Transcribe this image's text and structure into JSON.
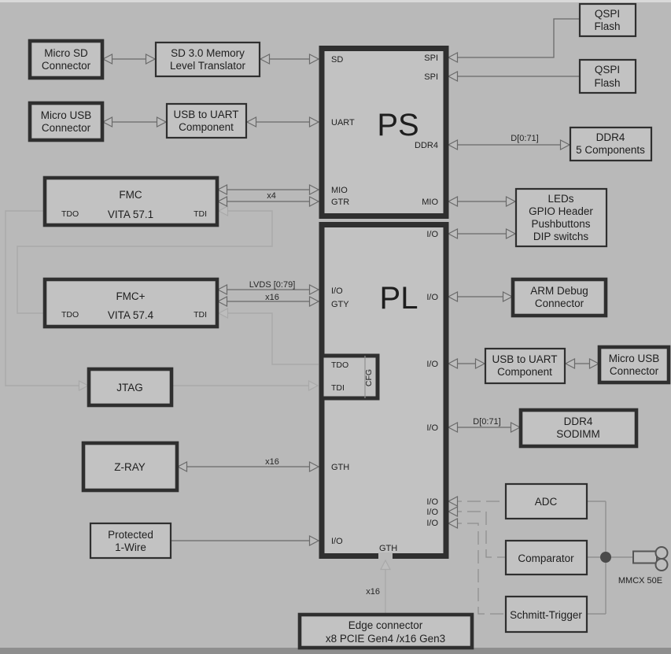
{
  "central": {
    "ps_label": "PS",
    "pl_label": "PL",
    "cfg_label": "CFG",
    "ps_ports": {
      "sd": "SD",
      "uart": "UART",
      "mio": "MIO",
      "gtr": "GTR",
      "spi_a": "SPI",
      "spi_b": "SPI",
      "ddr4": "DDR4",
      "mio_right": "MIO"
    },
    "pl_ports": {
      "io_gty": "I/O",
      "gty": "GTY",
      "tdo": "TDO",
      "tdi": "TDI",
      "gth_left": "GTH",
      "io_left": "I/O",
      "gth_bottom": "GTH",
      "io_leds": "I/O",
      "io_arm": "I/O",
      "io_usb": "I/O",
      "io_ddr4": "I/O",
      "io_adc": "I/O",
      "io_comp": "I/O",
      "io_schmitt": "I/O"
    }
  },
  "boxes": {
    "micro_sd": {
      "lines": [
        "Micro SD",
        "Connector"
      ]
    },
    "sd_translator": {
      "lines": [
        "SD 3.0 Memory",
        "Level Translator"
      ]
    },
    "micro_usb": {
      "lines": [
        "Micro USB",
        "Connector"
      ]
    },
    "usb_uart": {
      "lines": [
        "USB to UART",
        "Component"
      ]
    },
    "fmc": {
      "title": "FMC",
      "subtitle": "VITA 57.1",
      "tdo": "TDO",
      "tdi": "TDI"
    },
    "fmc_plus": {
      "title": "FMC+",
      "subtitle": "VITA 57.4",
      "tdo": "TDO",
      "tdi": "TDI"
    },
    "jtag": {
      "lines": [
        "JTAG"
      ]
    },
    "zray": {
      "lines": [
        "Z-RAY"
      ]
    },
    "one_wire": {
      "lines": [
        "Protected",
        "1-Wire"
      ]
    },
    "edge_connector": {
      "lines": [
        "Edge connector",
        "x8 PCIE Gen4 /x16 Gen3"
      ]
    },
    "qspi_flash_1": {
      "lines": [
        "QSPI",
        "Flash"
      ]
    },
    "qspi_flash_2": {
      "lines": [
        "QSPI",
        "Flash"
      ]
    },
    "ddr4_components": {
      "lines": [
        "DDR4",
        "5 Components"
      ]
    },
    "gpio": {
      "lines": [
        "LEDs",
        "GPIO Header",
        "Pushbuttons",
        "DIP switchs"
      ]
    },
    "arm_debug": {
      "lines": [
        "ARM Debug",
        "Connector"
      ]
    },
    "usb_uart_right": {
      "lines": [
        "USB to UART",
        "Component"
      ]
    },
    "micro_usb_right": {
      "lines": [
        "Micro USB",
        "Connector"
      ]
    },
    "ddr4_sodimm": {
      "lines": [
        "DDR4",
        "SODIMM"
      ]
    },
    "adc": {
      "lines": [
        "ADC"
      ]
    },
    "comparator": {
      "lines": [
        "Comparator"
      ]
    },
    "schmitt": {
      "lines": [
        "Schmitt-Trigger"
      ]
    },
    "mmcx": {
      "label": "MMCX 50E"
    }
  },
  "wire_labels": {
    "fmc_x4": "x4",
    "lvds": "LVDS [0:79]",
    "lvds_x16": "x16",
    "zray_x16": "x16",
    "pcie_x16": "x16",
    "ddr4_bus": "D[0:71]",
    "sodimm_bus": "D[0:71]"
  },
  "colors": {
    "background": "#b9b9b9",
    "box_fill": "#c2c2c2",
    "border": "#2f2f2f",
    "wire": "#6a6a6a",
    "jtag_chain": "#a9a9a9"
  }
}
